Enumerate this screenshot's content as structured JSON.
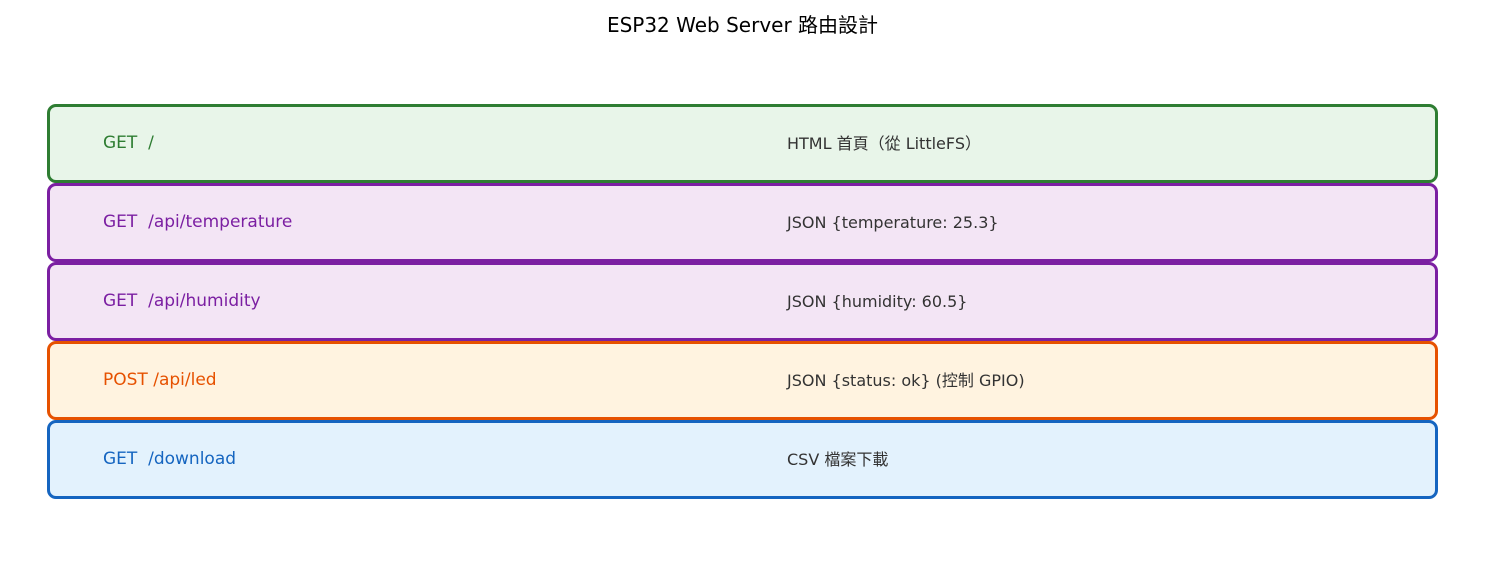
{
  "title": "ESP32 Web Server 路由設計",
  "routes": [
    {
      "endpoint": "GET  /",
      "description": "HTML 首頁（從 LittleFS）",
      "border_color": "#2e7d32",
      "fill_color": "#e8f5e9",
      "text_color": "#2e7d32"
    },
    {
      "endpoint": "GET  /api/temperature",
      "description": "JSON {temperature: 25.3}",
      "border_color": "#7b1fa2",
      "fill_color": "#f3e5f5",
      "text_color": "#7b1fa2"
    },
    {
      "endpoint": "GET  /api/humidity",
      "description": "JSON {humidity: 60.5}",
      "border_color": "#7b1fa2",
      "fill_color": "#f3e5f5",
      "text_color": "#7b1fa2"
    },
    {
      "endpoint": "POST /api/led",
      "description": "JSON {status: ok} (控制 GPIO)",
      "border_color": "#e65100",
      "fill_color": "#fff3e0",
      "text_color": "#e65100"
    },
    {
      "endpoint": "GET  /download",
      "description": "CSV 檔案下載",
      "border_color": "#1565c0",
      "fill_color": "#e3f2fd",
      "text_color": "#1565c0"
    }
  ]
}
